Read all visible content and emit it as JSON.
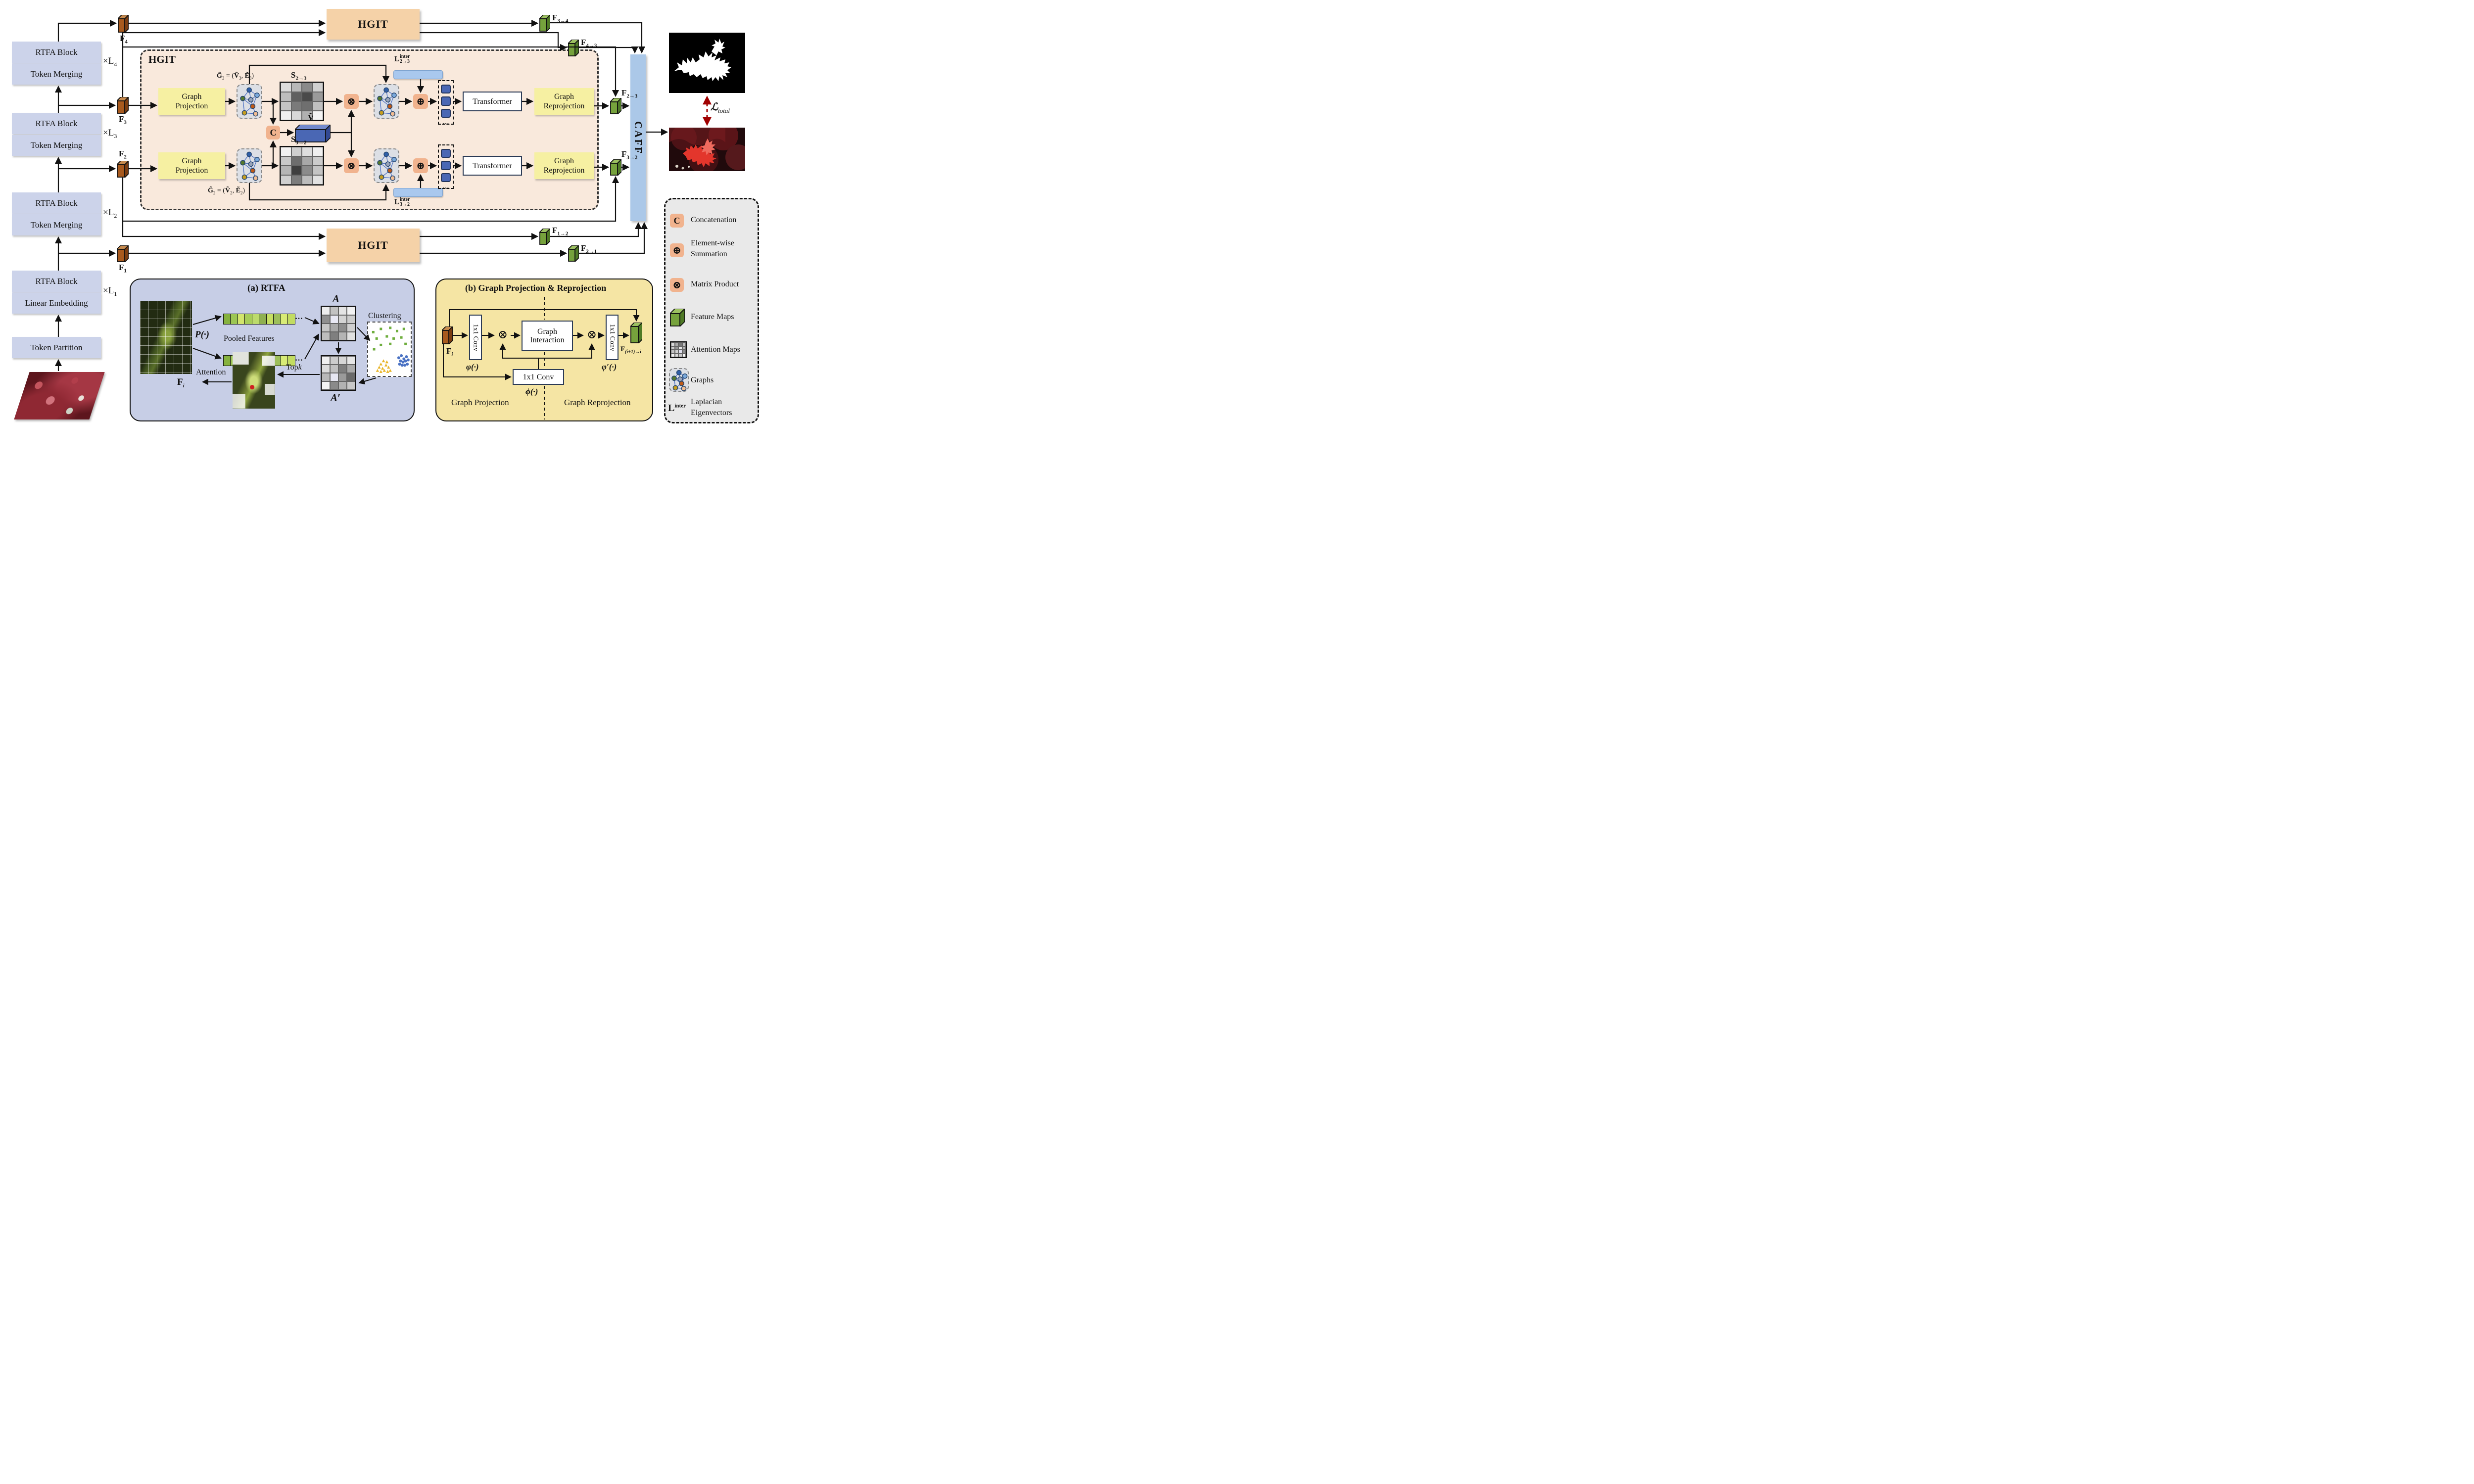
{
  "colors": {
    "accent_peach": "#f5d2a8",
    "accent_yellow": "#f6f0a2",
    "op_orange": "#f1b38e",
    "bar_blue": "#a9c8ee",
    "caff_blue": "#abc8e8",
    "panel_a_bg": "#c7cee6",
    "panel_b_bg": "#f5e5a4",
    "legend_bg": "#e9e9e9",
    "loss_red": "#a00000",
    "graph_edge": "#4a6fc4",
    "graph_nodes": [
      "#2f5fa8",
      "#7aa9dc",
      "#98a4ba",
      "#55782e",
      "#c05a17",
      "#c79e1f",
      "#f2bd92"
    ],
    "cubes": {
      "brown": [
        "#a85a1e",
        "#c68a4e",
        "#7a3c10"
      ],
      "green": [
        "#76a23c",
        "#9cc161",
        "#4f7a26"
      ],
      "blue": [
        "#4a67b4",
        "#7289cc",
        "#334992"
      ]
    }
  },
  "backbone": {
    "stages": [
      {
        "block": "RTFA Block",
        "merge": "Token Merging",
        "mult": [
          "×L",
          "4"
        ]
      },
      {
        "block": "RTFA Block",
        "merge": "Token Merging",
        "mult": [
          "×L",
          "3"
        ]
      },
      {
        "block": "RTFA Block",
        "merge": "Token Merging",
        "mult": [
          "×L",
          "2"
        ]
      },
      {
        "block": "RTFA Block",
        "merge": "Linear Embedding",
        "mult": [
          "×L",
          "1"
        ]
      }
    ],
    "token_partition": "Token Partition"
  },
  "features": {
    "f4": [
      "F",
      "4"
    ],
    "f3": [
      "F",
      "3"
    ],
    "f2": [
      "F",
      "2"
    ],
    "f1": [
      "F",
      "1"
    ]
  },
  "outputs": {
    "f34": [
      "F",
      "3→4"
    ],
    "f43": [
      "F",
      "4→3"
    ],
    "f23": [
      "F",
      "2→3"
    ],
    "f32": [
      "F",
      "3→2"
    ],
    "f12": [
      "F",
      "1→2"
    ],
    "f21": [
      "F",
      "2→1"
    ]
  },
  "hgit_top": {
    "label": "HGIT"
  },
  "hgit_bottom": {
    "label": "HGIT"
  },
  "hgit_detail": {
    "label": "HGIT",
    "graph_projection": [
      "Graph",
      "Projection"
    ],
    "graph_reprojection": [
      "Graph",
      "Reprojection"
    ],
    "transformer": "Transformer",
    "concat": "C",
    "vtilde": "Ṽ",
    "g3_eq": [
      "G̃",
      "3",
      " = (",
      "Ṽ",
      "3",
      ", ",
      "Ẽ",
      "3",
      ")"
    ],
    "g2_eq": [
      "G̃",
      "2",
      " = (",
      "Ṽ",
      "2",
      ", ",
      "Ẽ",
      "2",
      ")"
    ],
    "s23": [
      "S",
      "2→3"
    ],
    "s32": [
      "S",
      "3→2"
    ],
    "l23": [
      "L",
      "inter",
      "2→3"
    ],
    "l32": [
      "L",
      "inter",
      "3→2"
    ],
    "dots": "…",
    "oplus": "⊕",
    "otimes": "⊗",
    "s23_shades": [
      [
        "#dcdcdc",
        "#b8b8b8",
        "#8a8a8a",
        "#d0d0d0"
      ],
      [
        "#bdbdbd",
        "#5f5f5f",
        "#4a4a4a",
        "#9a9a9a"
      ],
      [
        "#c4c4c4",
        "#7a7a7a",
        "#6f6f6f",
        "#c0c0c0"
      ],
      [
        "#f0f0f0",
        "#d8d8d8",
        "#b0b0b0",
        "#f4f4f4"
      ]
    ],
    "s32_shades": [
      [
        "#f2f2f2",
        "#cfcfcf",
        "#dedede",
        "#f0f0f0"
      ],
      [
        "#c9c9c9",
        "#6e6e6e",
        "#a8a8a8",
        "#cccccc"
      ],
      [
        "#b5b5b5",
        "#3f3f3f",
        "#8b8b8b",
        "#c4c4c4"
      ],
      [
        "#cfcfcf",
        "#7d7d7d",
        "#bcbcbc",
        "#e2e2e2"
      ]
    ]
  },
  "caff": {
    "label": "CAFF"
  },
  "loss": {
    "label": [
      "ℒ",
      "total"
    ]
  },
  "legend": {
    "items": [
      {
        "icon": "concat-icon",
        "glyph": "C",
        "label1": "Concatenation",
        "label2": ""
      },
      {
        "icon": "sum-icon",
        "glyph": "⊕",
        "label1": "Element-wise",
        "label2": "Summation"
      },
      {
        "icon": "product-icon",
        "glyph": "⊗",
        "label1": "Matrix Product",
        "label2": ""
      },
      {
        "icon": "feature-map-icon",
        "glyph": "",
        "label1": "Feature Maps",
        "label2": ""
      },
      {
        "icon": "attention-map-icon",
        "glyph": "",
        "label1": "Attention Maps",
        "label2": ""
      },
      {
        "icon": "graph-icon",
        "glyph": "",
        "label1": "Graphs",
        "label2": ""
      },
      {
        "icon": "laplacian-icon",
        "glyph": "",
        "icon_text": [
          "L",
          "inter"
        ],
        "label1": "Laplacian",
        "label2": "Eigenvectors"
      }
    ],
    "attention_shades": [
      [
        "#d8d8d8",
        "#aaaaaa",
        "#787878",
        "#c0c0c0"
      ],
      [
        "#cccccc",
        "#969696",
        "#e8e8e8",
        "#b4b4b4"
      ],
      [
        "#c4c4c4",
        "#d2d2d2",
        "#e0e0ef",
        "#8e8e8e"
      ],
      [
        "#f4f4f4",
        "#dcdcdc",
        "#cacaca",
        "#f8f8f8"
      ]
    ]
  },
  "panel_a": {
    "title": "(a) RTFA",
    "pool_fn": "P(·)",
    "pooled_features": "Pooled Features",
    "a_label": "A",
    "a_prime_label": "A′",
    "clustering": "Clustering",
    "topk": [
      "Top",
      "k"
    ],
    "attention": "Attention",
    "fi": [
      "F",
      "i"
    ],
    "dots": "…",
    "strip_shades": [
      "#86b23e",
      "#9cc653",
      "#d2e56d",
      "#a7cd58",
      "#bcdb6c",
      "#8fb050",
      "#c6df63",
      "#9dbf5a",
      "#d8eb76",
      "#c2dc61"
    ],
    "a_shades": [
      [
        "#ededed",
        "#c2c2c2",
        "#e4e4e4",
        "#f2f2f2"
      ],
      [
        "#8f8f8f",
        "#e8e8f4",
        "#d4d4d4",
        "#cccccc"
      ],
      [
        "#c6c6c6",
        "#a8a8a8",
        "#8d8d8d",
        "#cfcfcf"
      ],
      [
        "#bdbdbd",
        "#7f7f7f",
        "#b4b4b4",
        "#e0e0e0"
      ]
    ],
    "a_prime_shades": [
      [
        "#f0f0f0",
        "#cccccc",
        "#d6d6d6",
        "#e6e6e6"
      ],
      [
        "#dcdcdc",
        "#c0c0c0",
        "#7e7e7e",
        "#aaaaaa"
      ],
      [
        "#b8b8b8",
        "#e6e6f2",
        "#9a9a9a",
        "#6a6a6a"
      ],
      [
        "#f4f4f4",
        "#8a8a8a",
        "#b2b2b2",
        "#c8c8c8"
      ]
    ],
    "clusters": {
      "green_squares": [
        [
          0.12,
          0.18
        ],
        [
          0.3,
          0.12
        ],
        [
          0.52,
          0.1
        ],
        [
          0.68,
          0.16
        ],
        [
          0.84,
          0.12
        ],
        [
          0.2,
          0.3
        ],
        [
          0.44,
          0.26
        ],
        [
          0.6,
          0.3
        ],
        [
          0.78,
          0.28
        ],
        [
          0.3,
          0.42
        ],
        [
          0.52,
          0.4
        ],
        [
          0.14,
          0.5
        ],
        [
          0.88,
          0.4
        ]
      ],
      "yellow_triangles": [
        [
          0.3,
          0.78
        ],
        [
          0.36,
          0.72
        ],
        [
          0.42,
          0.8
        ],
        [
          0.34,
          0.86
        ],
        [
          0.26,
          0.84
        ],
        [
          0.44,
          0.74
        ],
        [
          0.48,
          0.84
        ],
        [
          0.38,
          0.9
        ],
        [
          0.3,
          0.92
        ],
        [
          0.22,
          0.9
        ],
        [
          0.52,
          0.9
        ],
        [
          0.46,
          0.92
        ]
      ],
      "blue_circles": [
        [
          0.72,
          0.66
        ],
        [
          0.78,
          0.62
        ],
        [
          0.84,
          0.68
        ],
        [
          0.9,
          0.64
        ],
        [
          0.76,
          0.72
        ],
        [
          0.82,
          0.74
        ],
        [
          0.88,
          0.72
        ],
        [
          0.94,
          0.7
        ],
        [
          0.8,
          0.8
        ],
        [
          0.86,
          0.8
        ],
        [
          0.92,
          0.78
        ],
        [
          0.74,
          0.78
        ]
      ],
      "square_color": "#6fae3e",
      "triangle_color": "#e8b52a",
      "circle_color": "#4a72c4"
    }
  },
  "panel_b": {
    "title": "(b) Graph Projection & Reprojection",
    "conv": "1x1 Conv",
    "graph_interaction": [
      "Graph",
      "Interaction"
    ],
    "phi": "φ(·)",
    "phi_prime": "φ′(·)",
    "phi_low": "ϕ(·)",
    "fi": [
      "F",
      "i"
    ],
    "fout": [
      "F",
      "(i+1)→i"
    ],
    "otimes": "⊗",
    "proj_label": "Graph Projection",
    "reproj_label": "Graph Reprojection"
  },
  "graph": {
    "nodes": [
      [
        0.45,
        0.12,
        0
      ],
      [
        0.78,
        0.28,
        1
      ],
      [
        0.52,
        0.42,
        2
      ],
      [
        0.18,
        0.38,
        3
      ],
      [
        0.6,
        0.62,
        4
      ],
      [
        0.25,
        0.82,
        5
      ],
      [
        0.72,
        0.85,
        6
      ]
    ],
    "edges": [
      [
        0,
        1
      ],
      [
        0,
        2
      ],
      [
        0,
        3
      ],
      [
        1,
        2
      ],
      [
        2,
        3
      ],
      [
        2,
        4
      ],
      [
        3,
        4
      ],
      [
        3,
        5
      ],
      [
        4,
        5
      ],
      [
        4,
        6
      ],
      [
        5,
        6
      ],
      [
        1,
        4
      ]
    ]
  }
}
